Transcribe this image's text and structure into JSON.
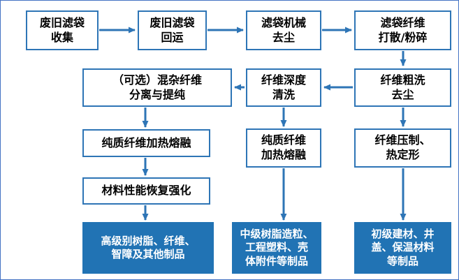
{
  "diagram": {
    "type": "flowchart",
    "topic": "废旧滤袋回收再利用流程",
    "colors": {
      "accent": "#2E75B6",
      "box_fill": "#FFFFFF",
      "box_border": "#2E75B6",
      "end_fill": "#2173B4",
      "end_text": "#FFFFFF",
      "text": "#000000",
      "frame_border": "#4472C4"
    },
    "nodes": [
      {
        "id": "collect",
        "type": "process",
        "label": "废旧滤袋\n收集"
      },
      {
        "id": "return",
        "type": "process",
        "label": "废旧滤袋\n回运"
      },
      {
        "id": "dedust",
        "type": "process",
        "label": "滤袋机械\n去尘"
      },
      {
        "id": "shred",
        "type": "process",
        "label": "滤袋纤维\n打散/粉碎"
      },
      {
        "id": "separate",
        "type": "process",
        "label": "（可选）混杂纤维\n分离与提纯"
      },
      {
        "id": "deep-clean",
        "type": "process",
        "label": "纤维深度\n清洗"
      },
      {
        "id": "coarse-wash",
        "type": "process",
        "label": "纤维粗洗\n去尘"
      },
      {
        "id": "melt-left",
        "type": "process",
        "label": "纯质纤维加热熔融"
      },
      {
        "id": "melt-mid",
        "type": "process",
        "label": "纯质纤维\n加热熔融"
      },
      {
        "id": "press",
        "type": "process",
        "label": "纤维压制、\n热定形"
      },
      {
        "id": "restore",
        "type": "process",
        "label": "材料性能恢复强化"
      },
      {
        "id": "high-grade",
        "type": "end",
        "label": "高级别树脂、纤维、\n智障及其他制品"
      },
      {
        "id": "mid-grade",
        "type": "end",
        "label": "中级树脂造粒、\n工程塑料、壳\n体附件等制品"
      },
      {
        "id": "low-grade",
        "type": "end",
        "label": "初级建材、井\n盖、保温材料\n等制品"
      }
    ],
    "edges": [
      {
        "from": "collect",
        "to": "return"
      },
      {
        "from": "return",
        "to": "dedust"
      },
      {
        "from": "dedust",
        "to": "shred"
      },
      {
        "from": "shred",
        "to": "coarse-wash"
      },
      {
        "from": "coarse-wash",
        "to": "deep-clean"
      },
      {
        "from": "deep-clean",
        "to": "separate"
      },
      {
        "from": "separate",
        "to": "melt-left"
      },
      {
        "from": "deep-clean",
        "to": "melt-mid"
      },
      {
        "from": "coarse-wash",
        "to": "press"
      },
      {
        "from": "melt-left",
        "to": "restore"
      },
      {
        "from": "restore",
        "to": "high-grade"
      },
      {
        "from": "melt-mid",
        "to": "mid-grade"
      },
      {
        "from": "press",
        "to": "low-grade"
      }
    ]
  }
}
